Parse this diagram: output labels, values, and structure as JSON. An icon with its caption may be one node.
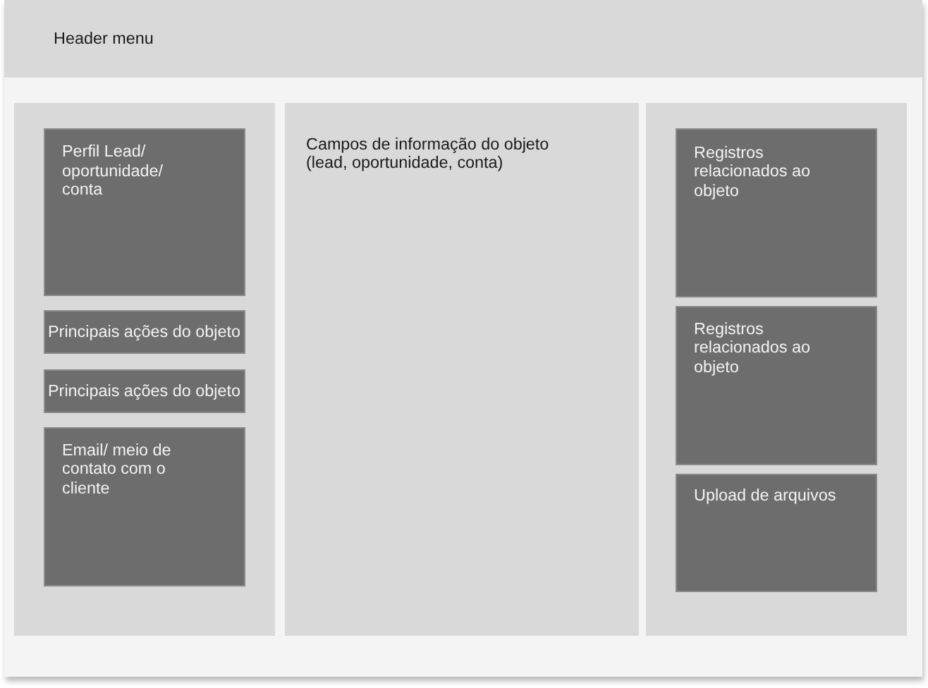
{
  "diagram": {
    "nodes": [
      {
        "text": [
          "Header menu"
        ]
      },
      {
        "text": [],
        "shape": "box"
      },
      {
        "text": [
          "Perfil Lead/ oportunidade/ conta"
        ],
        "in": 1
      },
      {
        "text": [
          "Principais ações do objeto"
        ],
        "in": 1
      },
      {
        "text": [
          "Principais ações do objeto"
        ],
        "in": 1
      },
      {
        "text": [
          "Email/ meio de contato com o cliente"
        ],
        "in": 1
      },
      {
        "text": [
          "Campos de informação do objeto (lead, oportunidade, conta)"
        ]
      },
      {
        "text": [],
        "shape": "box"
      },
      {
        "text": [
          "Registros relacionados ao objeto"
        ],
        "in": 7
      },
      {
        "text": [
          "Registros relacionados ao objeto"
        ],
        "in": 7
      },
      {
        "text": [
          "Upload de arquivos"
        ],
        "in": 7
      }
    ]
  }
}
